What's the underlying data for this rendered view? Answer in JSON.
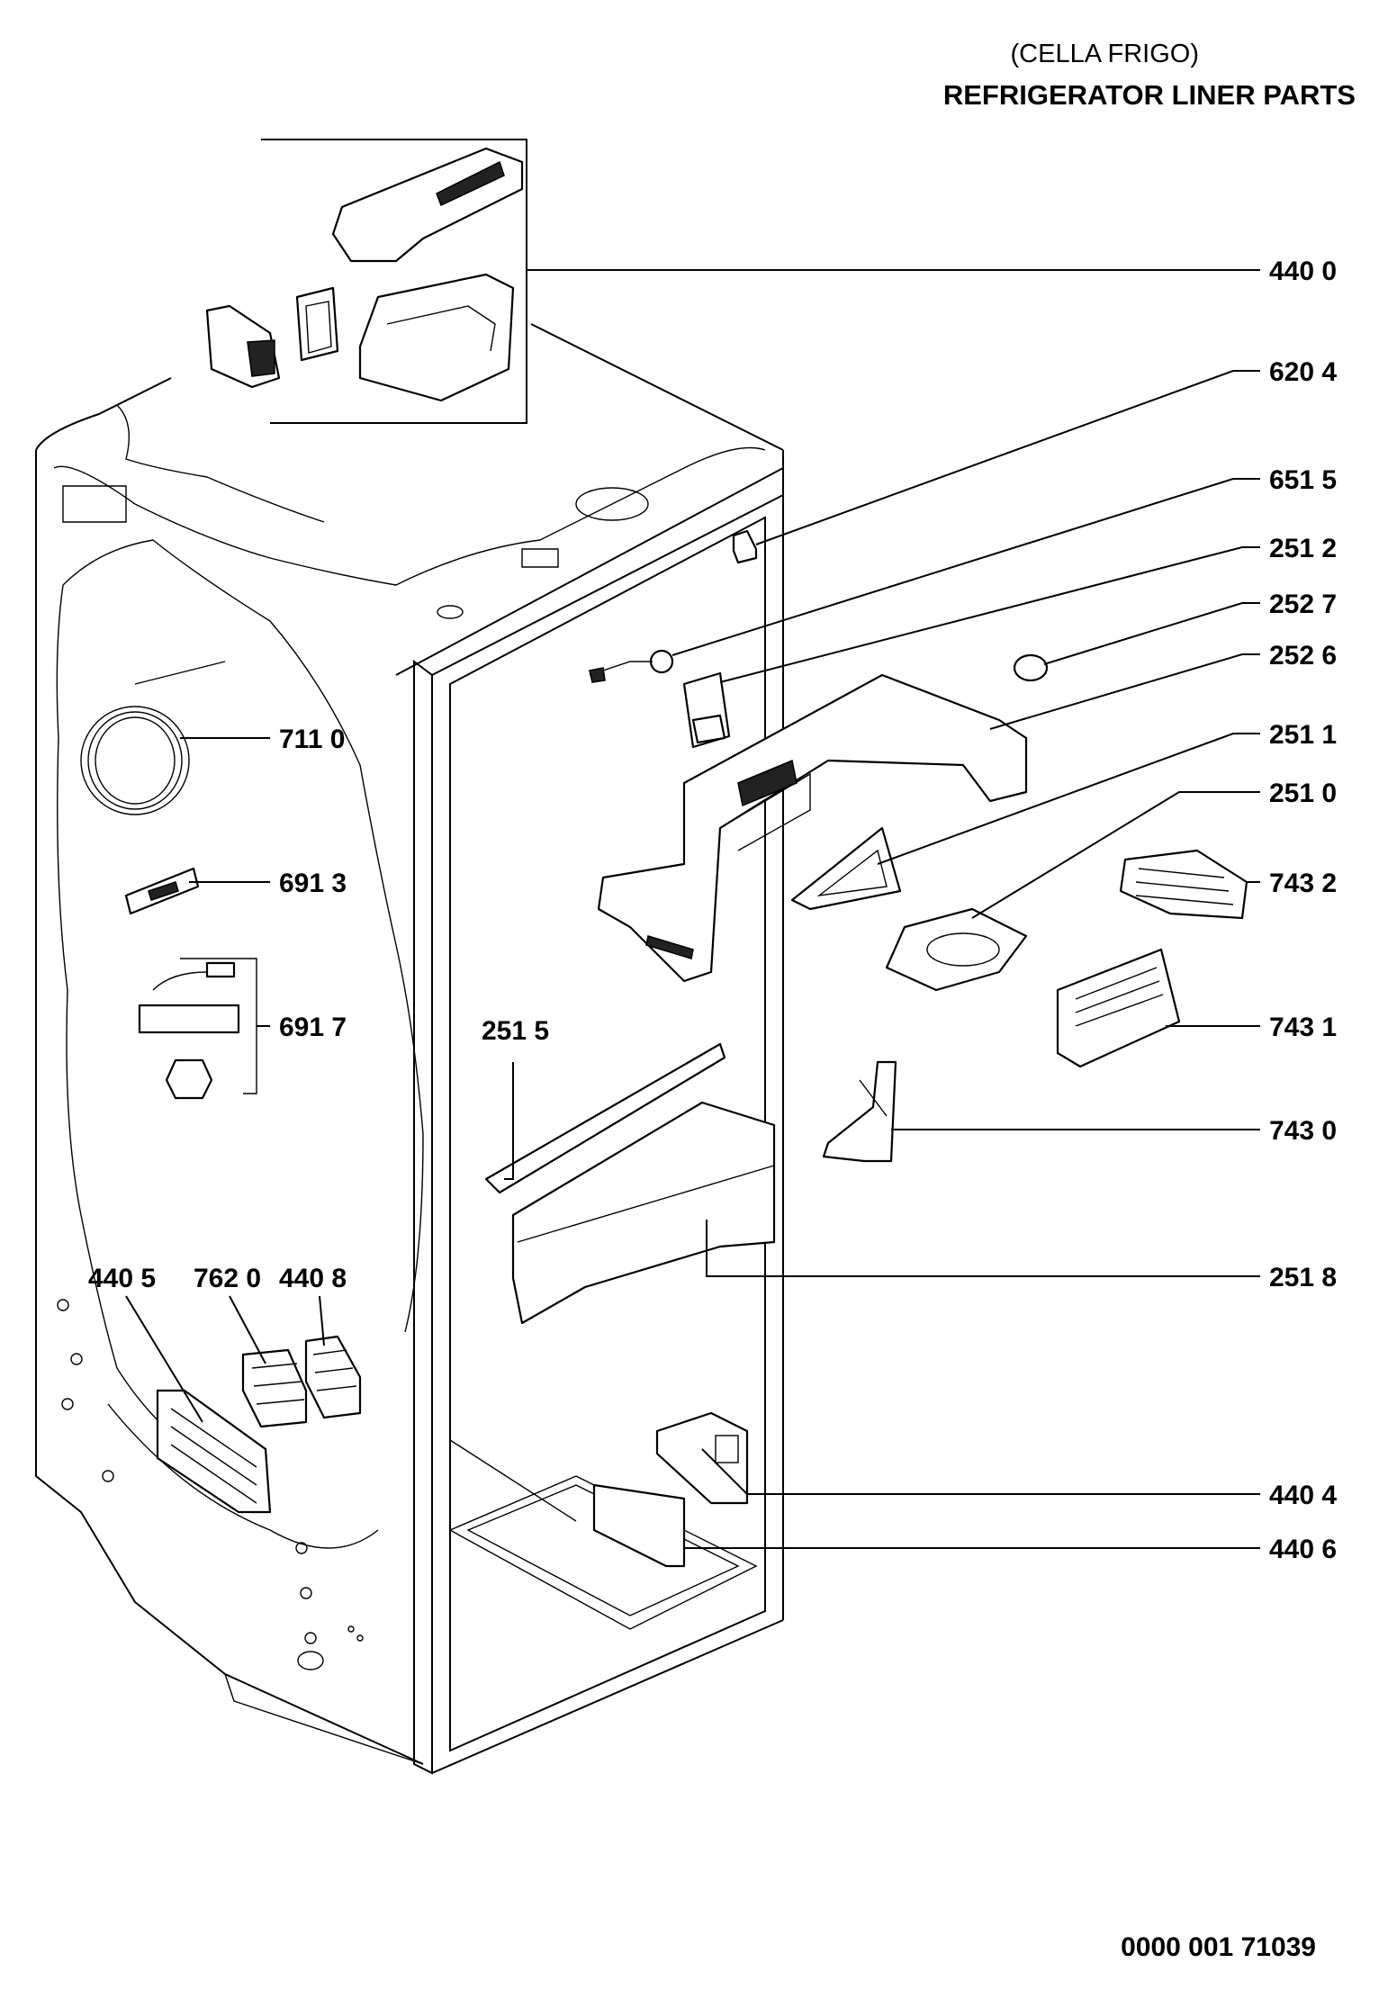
{
  "header": {
    "subtitle": "(CELLA FRIGO)",
    "title": "REFRIGERATOR LINER PARTS"
  },
  "footer": {
    "code": "0000 001 71039"
  },
  "callouts": [
    "440 0",
    "620 4",
    "651 5",
    "251 2",
    "252 7",
    "252 6",
    "251 1",
    "251 0",
    "743 2",
    "743 1",
    "743 0",
    "251 8",
    "440 4",
    "440 6",
    "711 0",
    "691 3",
    "691 7",
    "251 5",
    "440 5",
    "762 0",
    "440 8"
  ]
}
